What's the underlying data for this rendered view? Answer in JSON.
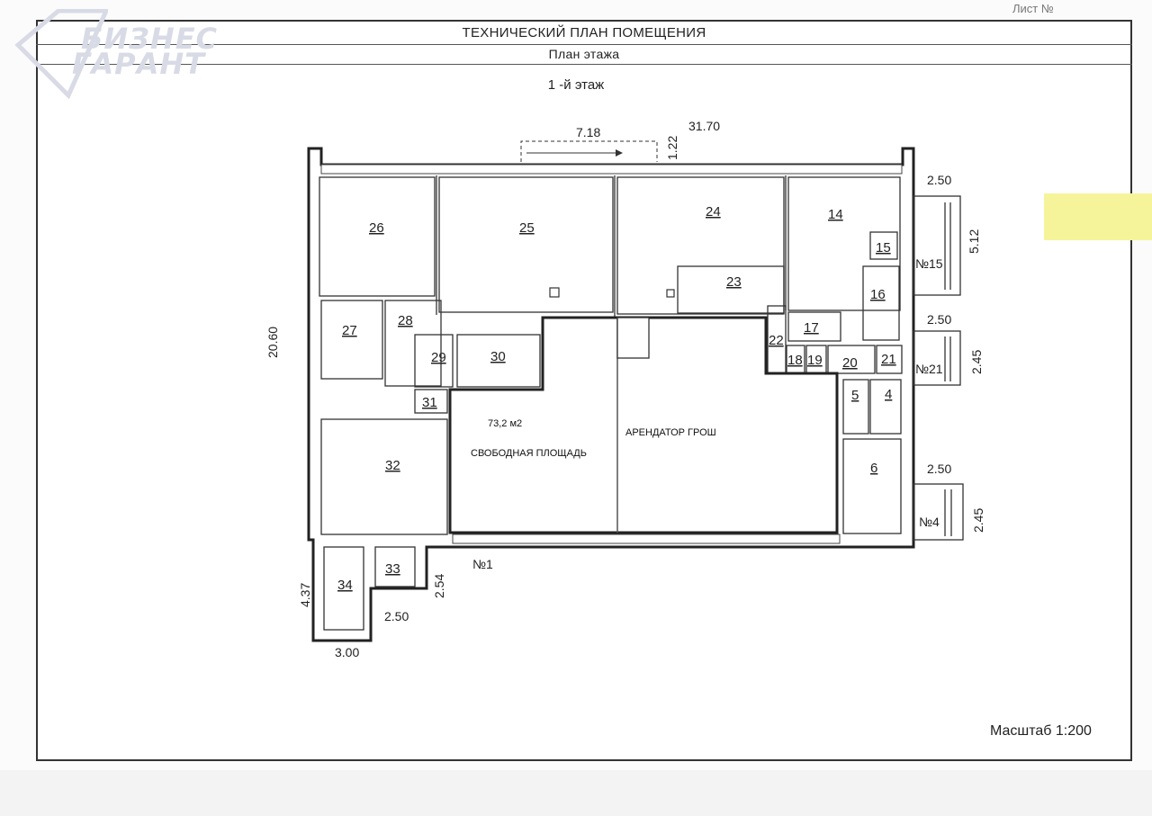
{
  "header": {
    "title": "ТЕХНИЧЕСКИЙ ПЛАН ПОМЕЩЕНИЯ",
    "subtitle": "План этажа",
    "floor": "1 -й  этаж",
    "sheet": "Лист №"
  },
  "logo": {
    "line1": "БИЗНЕС",
    "line2": "ГАРАНТ"
  },
  "scale": "Масштаб 1:200",
  "rooms": {
    "r4": "4",
    "r5": "5",
    "r6": "6",
    "r14": "14",
    "r15": "15",
    "r16": "16",
    "r17": "17",
    "r18": "18",
    "r19": "19",
    "r20": "20",
    "r21": "21",
    "r22": "22",
    "r23": "23",
    "r24": "24",
    "r25": "25",
    "r26": "26",
    "r27": "27",
    "r28": "28",
    "r29": "29",
    "r30": "30",
    "r31": "31",
    "r32": "32",
    "r33": "33",
    "r34": "34"
  },
  "entrances": {
    "e1": "№1",
    "e4": "№4",
    "e15": "№15",
    "e21": "№21"
  },
  "dimensions": {
    "d7_18": "7.18",
    "d31_70": "31.70",
    "d1_22": "1.22",
    "d20_60": "20.60",
    "d2_50_a": "2.50",
    "d5_12": "5.12",
    "d2_50_b": "2.50",
    "d2_45_a": "2.45",
    "d2_50_c": "2.50",
    "d2_45_b": "2.45",
    "d4_37": "4.37",
    "d2_54": "2.54",
    "d2_50_d": "2.50",
    "d3_00": "3.00"
  },
  "annotations": {
    "area": "73,2 м2",
    "free_area": "СВОБОДНАЯ ПЛОЩАДЬ",
    "tenant": "АРЕНДАТОР ГРОШ"
  },
  "colors": {
    "highlight": "#f6f49a",
    "logo": "#d8dbe6",
    "ink": "#222222"
  }
}
